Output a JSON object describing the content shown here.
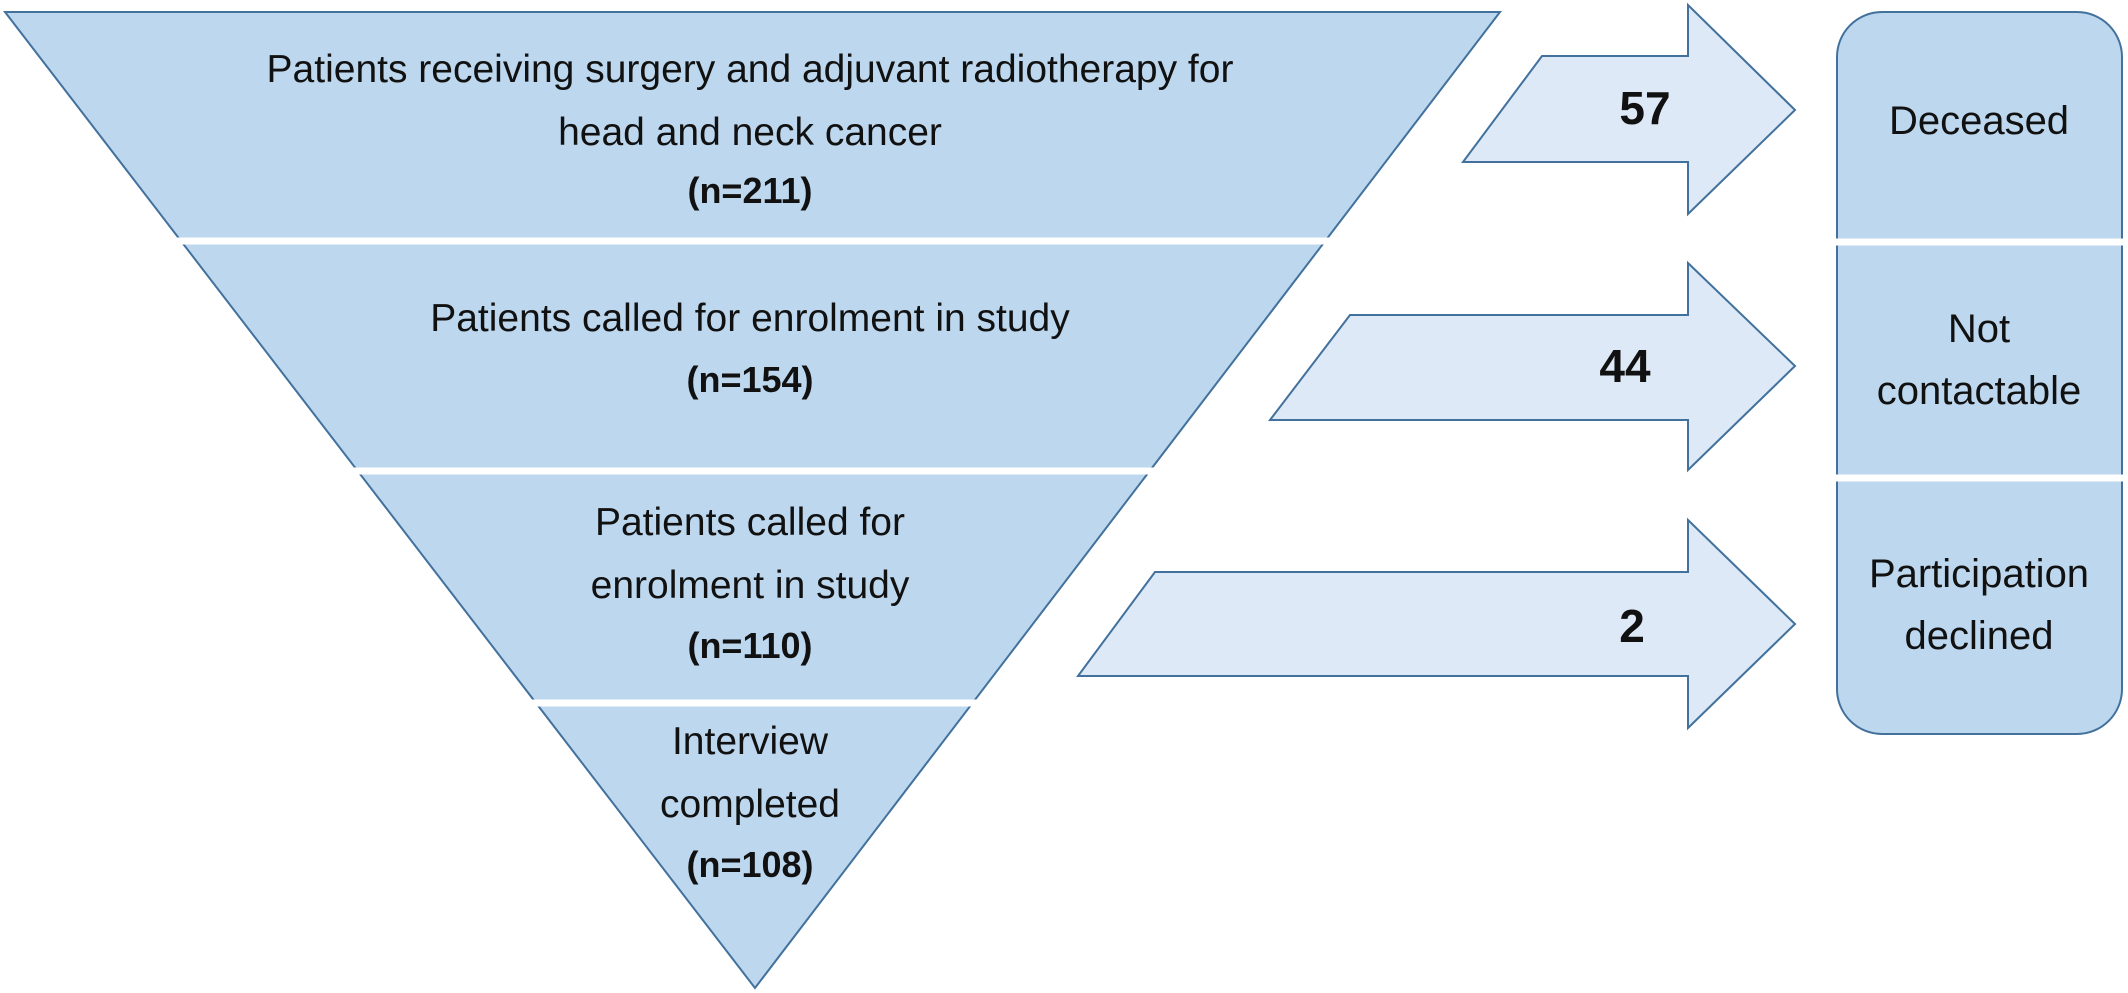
{
  "colors": {
    "funnel_fill": "#bdd7ee",
    "funnel_stroke": "#41719c",
    "arrow_fill": "#dde9f6",
    "outcome_fill": "#bdd7ee",
    "separator": "#ffffff"
  },
  "stages": [
    {
      "lines": [
        "Patients receiving surgery and adjuvant radiotherapy for",
        "head and neck cancer"
      ],
      "count": "(n=211)"
    },
    {
      "lines": [
        "Patients called for enrolment in study"
      ],
      "count": "(n=154)"
    },
    {
      "lines": [
        "Patients called for",
        "enrolment in study"
      ],
      "count": "(n=110)"
    },
    {
      "lines": [
        "Interview",
        "completed"
      ],
      "count": "(n=108)"
    }
  ],
  "arrows": [
    {
      "value": "57"
    },
    {
      "value": "44"
    },
    {
      "value": "2"
    }
  ],
  "outcomes": [
    {
      "lines": [
        "Deceased"
      ]
    },
    {
      "lines": [
        "Not",
        "contactable"
      ]
    },
    {
      "lines": [
        "Participation",
        "declined"
      ]
    }
  ]
}
